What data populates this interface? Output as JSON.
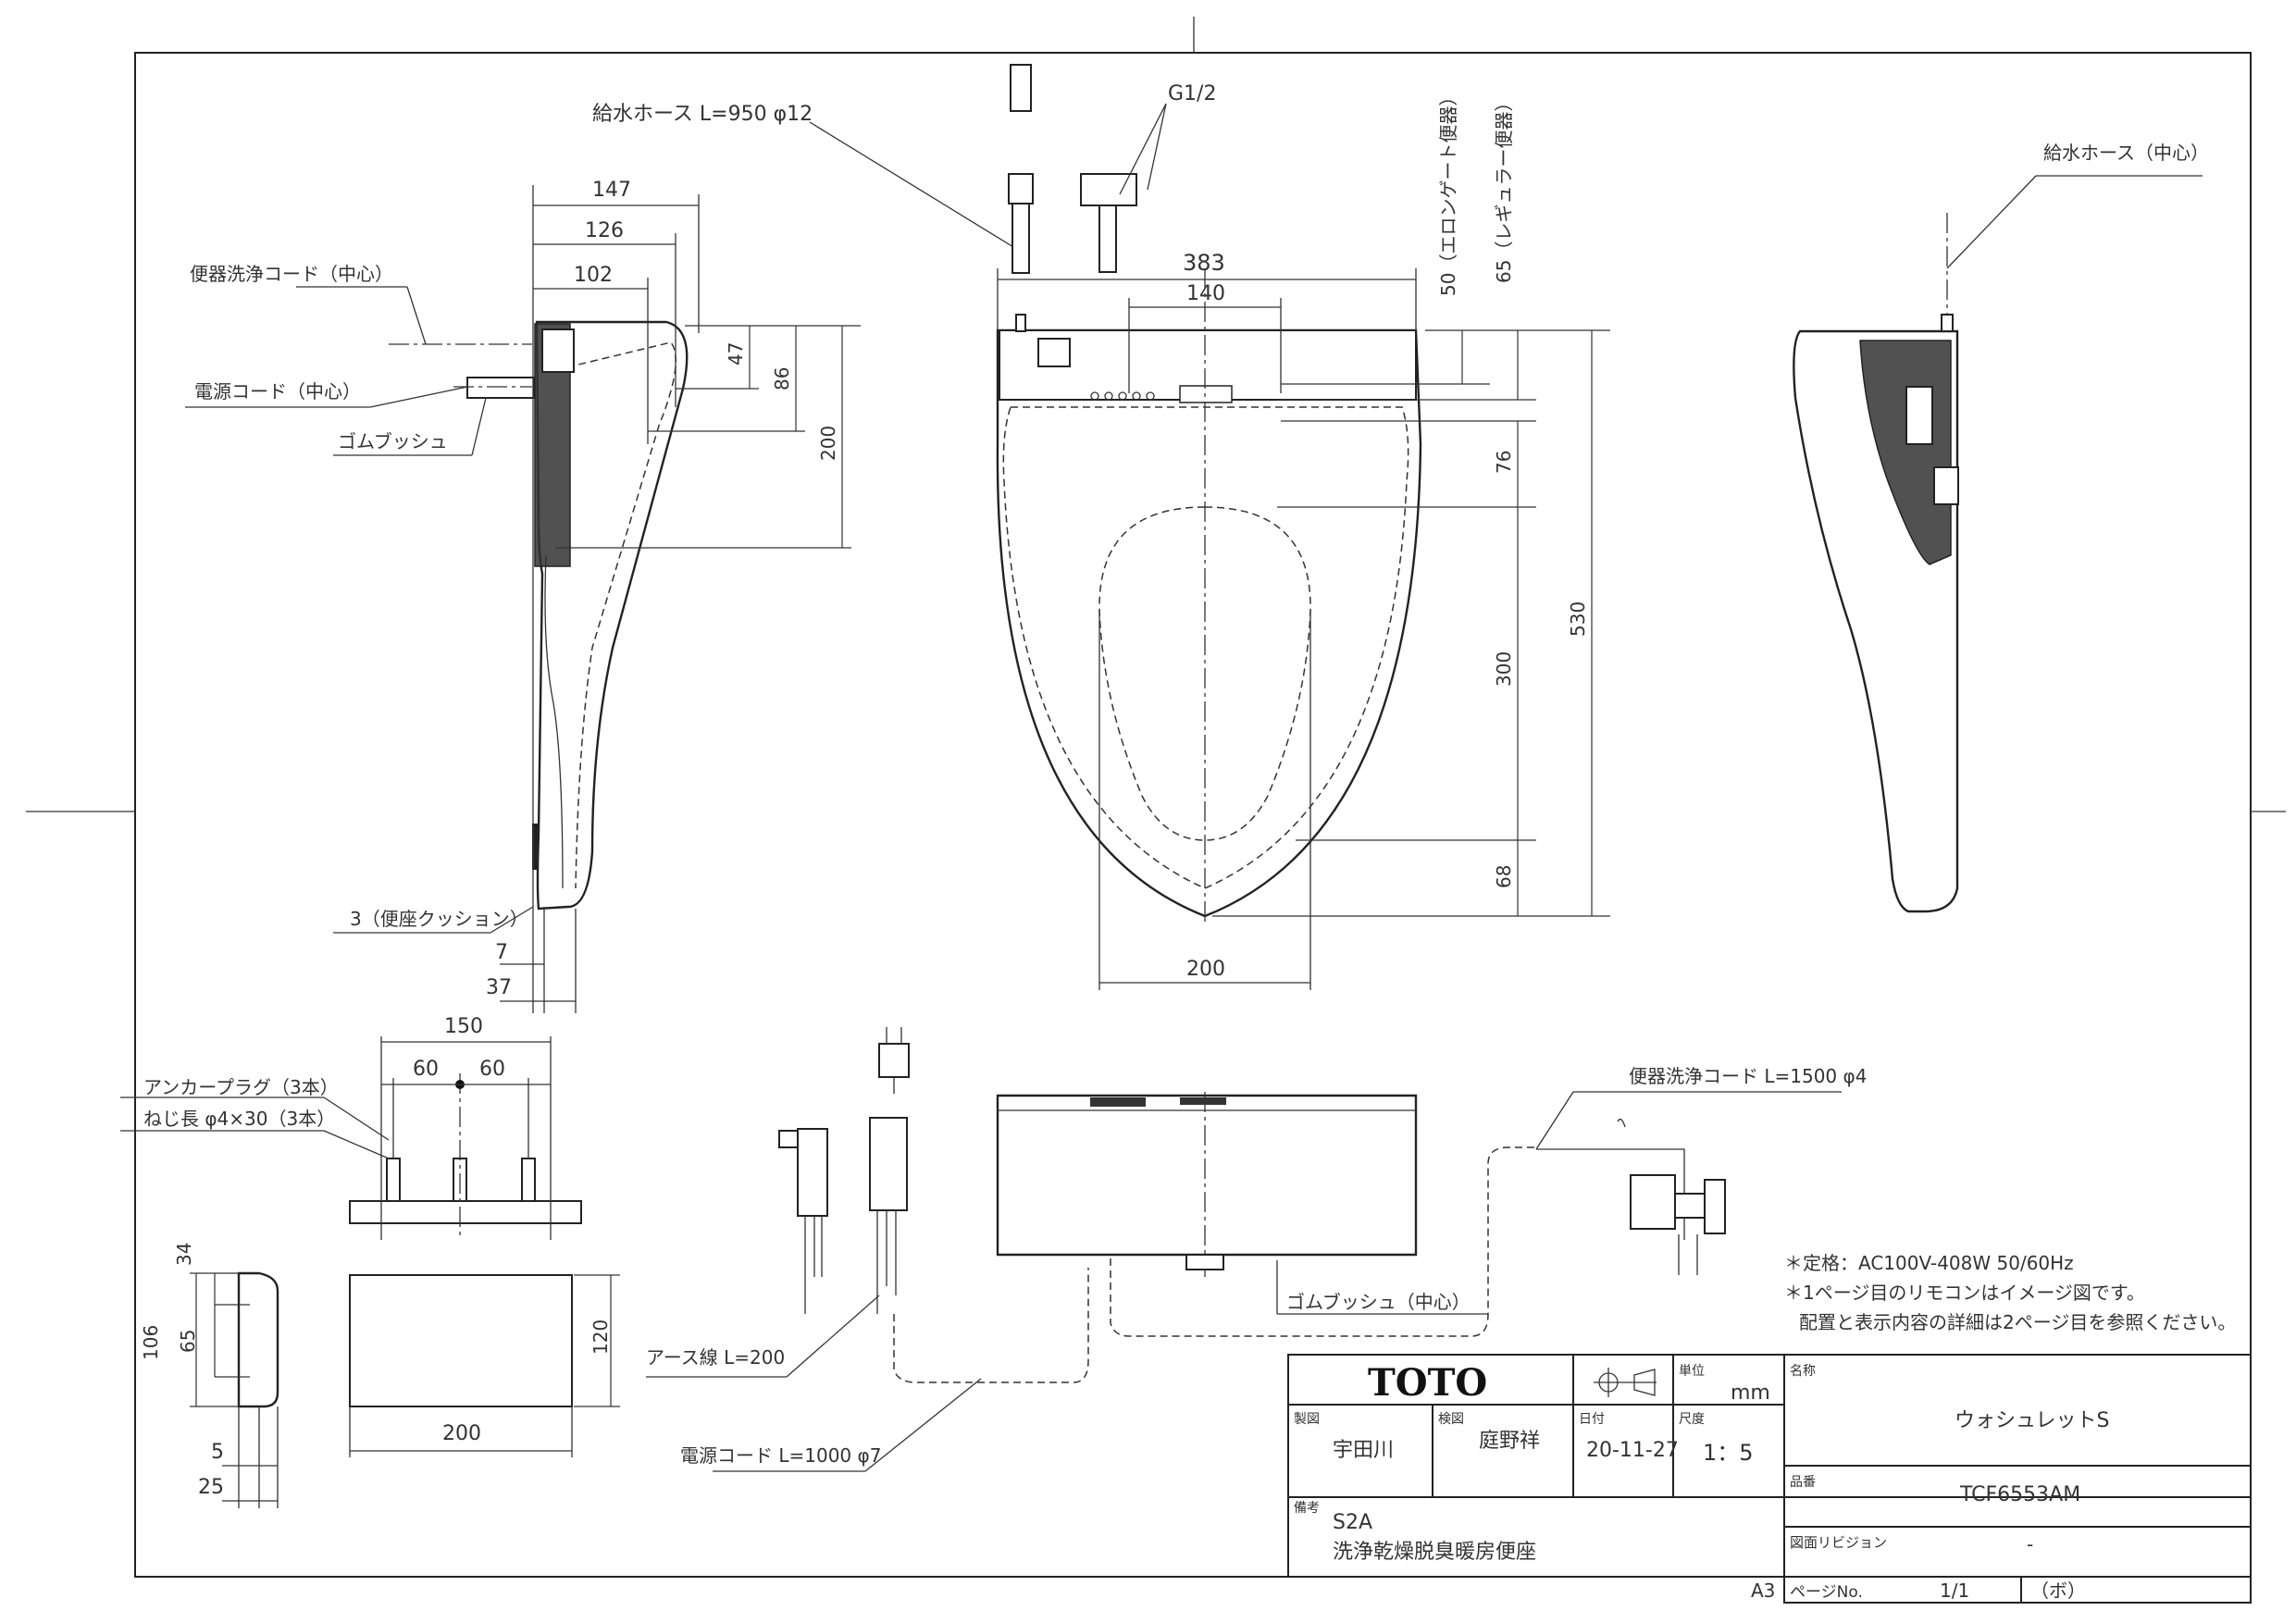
{
  "side_view_left": {
    "hose_label": "給水ホース  L=950  φ12",
    "dims": {
      "d147": "147",
      "d126": "126",
      "d102": "102",
      "d47": "47",
      "d86": "86",
      "d200": "200"
    },
    "washcord_label": "便器洗浄コード（中心）",
    "power_label": "電源コード（中心）",
    "bush_label": "ゴムブッシュ",
    "cushion_label": "3（便座クッション）",
    "d7": "7",
    "d37": "37"
  },
  "top_view": {
    "g12": "G1/2",
    "d383": "383",
    "d140": "140",
    "d50": "50（エロンゲート便器）",
    "d65": "65（レギュラー便器）",
    "d76": "76",
    "d530": "530",
    "d300": "300",
    "d68": "68",
    "d200": "200"
  },
  "side_view_right": {
    "hose_label": "給水ホース（中心）"
  },
  "plate": {
    "d150": "150",
    "d60a": "60",
    "d60b": "60",
    "anchor_label": "アンカープラグ（3本）",
    "screw_label": "ねじ長  φ4×30（3本）",
    "d34": "34",
    "d106": "106",
    "d65": "65",
    "d120": "120",
    "d200": "200",
    "d5": "5",
    "d25": "25"
  },
  "accessories": {
    "earth_label": "アース線  L=200",
    "power_label": "電源コード  L=1000  φ7",
    "washcord_label": "便器洗浄コード  L=1500  φ4",
    "bush_label": "ゴムブッシュ（中心）"
  },
  "notes": [
    "＊定格：AC100V-408W 50/60Hz",
    "＊1ページ目のリモコンはイメージ図です。",
    "配置と表示内容の詳細は2ページ目を参照ください。"
  ],
  "title_block": {
    "logo": "TOTO",
    "unit_label": "単位",
    "unit": "mm",
    "name_label": "名称",
    "name": "ウォシュレットS",
    "drawn_label": "製図",
    "drawn": "宇田川",
    "checked_label": "検図",
    "checked": "庭野祥",
    "date_label": "日付",
    "date": "20-11-27",
    "scale_label": "尺度",
    "scale": "1：5",
    "model_label": "品番",
    "model": "TCF6553AM",
    "remarks_label": "備考",
    "remarks_1": "S2A",
    "remarks_2": "洗浄乾燥脱臭暖房便座",
    "revision_label": "図面リビジョン",
    "revision": "-",
    "sheet_size": "A3",
    "page_label": "ページNo.",
    "page": "1/1",
    "page_suffix": "（ボ）"
  }
}
